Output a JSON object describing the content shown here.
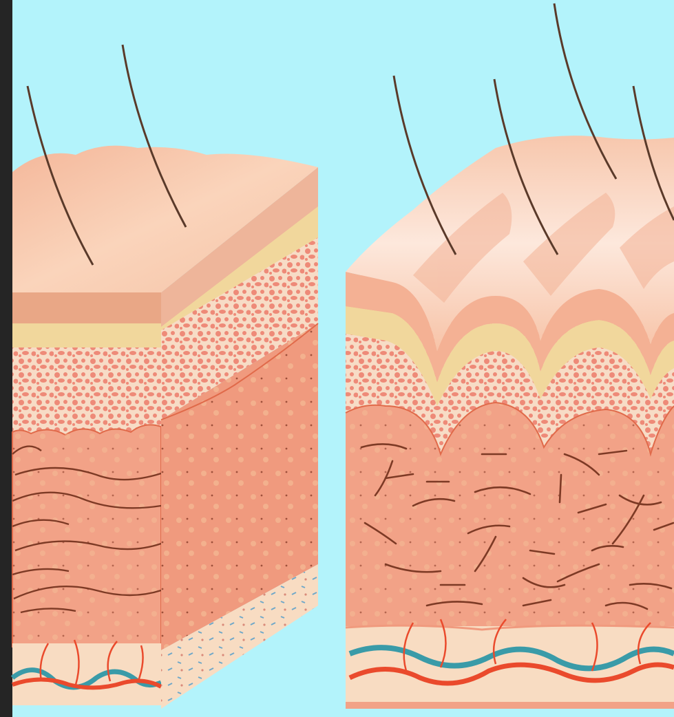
{
  "image": {
    "subject": "skin-cross-section-comparison",
    "panels": [
      {
        "id": "smooth-skin",
        "surface": "smooth",
        "hair_count": 2
      },
      {
        "id": "wrinkled-skin",
        "surface": "wrinkled",
        "hair_count": 4
      }
    ]
  },
  "colors": {
    "background": "#b3f3fb",
    "frame": "#252525",
    "epidermis_top": "#f6c7a8",
    "epidermis_side": "#e9a786",
    "yellow_band": "#f1d79c",
    "papillary_base": "#f7dcc6",
    "papillary_spots": "#ee8a78",
    "dermis": "#f2a287",
    "dermis_dark": "#e48f73",
    "collagen": "#7d3a25",
    "subcutis": "#f8dcc2",
    "artery": "#ea4a2c",
    "vein": "#3a9ba8",
    "hair": "#5a3a2a"
  }
}
